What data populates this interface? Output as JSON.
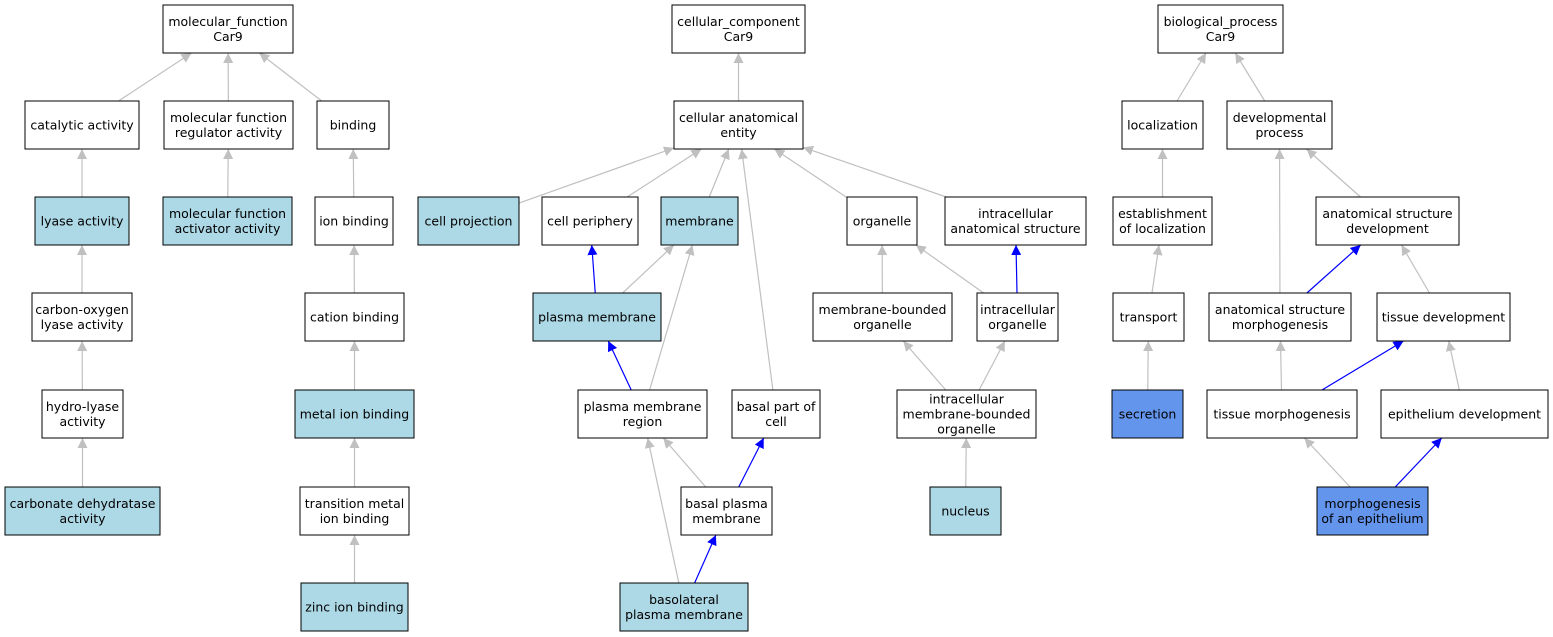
{
  "colors": {
    "default_fill": "#ffffff",
    "annotated_fill": "#add8e6",
    "direct_fill": "#6495ed",
    "edge_gray": "#c0c0c0",
    "edge_blue": "#0000ff"
  },
  "nodes": [
    {
      "id": "mf",
      "lines": [
        "molecular_function",
        "Car9"
      ],
      "fill": "default"
    },
    {
      "id": "catalytic",
      "lines": [
        "catalytic activity"
      ],
      "fill": "default"
    },
    {
      "id": "mfreg",
      "lines": [
        "molecular function",
        "regulator activity"
      ],
      "fill": "default"
    },
    {
      "id": "binding",
      "lines": [
        "binding"
      ],
      "fill": "default"
    },
    {
      "id": "lyase",
      "lines": [
        "lyase activity"
      ],
      "fill": "annotated"
    },
    {
      "id": "mfact",
      "lines": [
        "molecular function",
        "activator activity"
      ],
      "fill": "annotated"
    },
    {
      "id": "ionbind",
      "lines": [
        "ion binding"
      ],
      "fill": "default"
    },
    {
      "id": "colyase",
      "lines": [
        "carbon-oxygen",
        "lyase activity"
      ],
      "fill": "default"
    },
    {
      "id": "cationbind",
      "lines": [
        "cation binding"
      ],
      "fill": "default"
    },
    {
      "id": "hydrolyase",
      "lines": [
        "hydro-lyase",
        "activity"
      ],
      "fill": "default"
    },
    {
      "id": "metalion",
      "lines": [
        "metal ion binding"
      ],
      "fill": "annotated"
    },
    {
      "id": "carbdehyd",
      "lines": [
        "carbonate dehydratase",
        "activity"
      ],
      "fill": "annotated"
    },
    {
      "id": "transmetal",
      "lines": [
        "transition metal",
        "ion binding"
      ],
      "fill": "default"
    },
    {
      "id": "zinc",
      "lines": [
        "zinc ion binding"
      ],
      "fill": "annotated"
    },
    {
      "id": "cc",
      "lines": [
        "cellular_component",
        "Car9"
      ],
      "fill": "default"
    },
    {
      "id": "cae",
      "lines": [
        "cellular anatomical",
        "entity"
      ],
      "fill": "default"
    },
    {
      "id": "cellproj",
      "lines": [
        "cell projection"
      ],
      "fill": "annotated"
    },
    {
      "id": "cellperiph",
      "lines": [
        "cell periphery"
      ],
      "fill": "default"
    },
    {
      "id": "membrane",
      "lines": [
        "membrane"
      ],
      "fill": "annotated"
    },
    {
      "id": "organelle",
      "lines": [
        "organelle"
      ],
      "fill": "default"
    },
    {
      "id": "ias",
      "lines": [
        "intracellular",
        "anatomical structure"
      ],
      "fill": "default"
    },
    {
      "id": "plasmamem",
      "lines": [
        "plasma membrane"
      ],
      "fill": "annotated"
    },
    {
      "id": "mbo",
      "lines": [
        "membrane-bounded",
        "organelle"
      ],
      "fill": "default"
    },
    {
      "id": "io",
      "lines": [
        "intracellular",
        "organelle"
      ],
      "fill": "default"
    },
    {
      "id": "pmr",
      "lines": [
        "plasma membrane",
        "region"
      ],
      "fill": "default"
    },
    {
      "id": "basalpart",
      "lines": [
        "basal part of",
        "cell"
      ],
      "fill": "default"
    },
    {
      "id": "imbo",
      "lines": [
        "intracellular",
        "membrane-bounded",
        "organelle"
      ],
      "fill": "default"
    },
    {
      "id": "bpm",
      "lines": [
        "basal plasma",
        "membrane"
      ],
      "fill": "default"
    },
    {
      "id": "nucleus",
      "lines": [
        "nucleus"
      ],
      "fill": "annotated"
    },
    {
      "id": "blpm",
      "lines": [
        "basolateral",
        "plasma membrane"
      ],
      "fill": "annotated"
    },
    {
      "id": "bp",
      "lines": [
        "biological_process",
        "Car9"
      ],
      "fill": "default"
    },
    {
      "id": "localization",
      "lines": [
        "localization"
      ],
      "fill": "default"
    },
    {
      "id": "devproc",
      "lines": [
        "developmental",
        "process"
      ],
      "fill": "default"
    },
    {
      "id": "estloc",
      "lines": [
        "establishment",
        "of localization"
      ],
      "fill": "default"
    },
    {
      "id": "asdev",
      "lines": [
        "anatomical structure",
        "development"
      ],
      "fill": "default"
    },
    {
      "id": "transport",
      "lines": [
        "transport"
      ],
      "fill": "default"
    },
    {
      "id": "asmorph",
      "lines": [
        "anatomical structure",
        "morphogenesis"
      ],
      "fill": "default"
    },
    {
      "id": "tissuedev",
      "lines": [
        "tissue development"
      ],
      "fill": "default"
    },
    {
      "id": "secretion",
      "lines": [
        "secretion"
      ],
      "fill": "direct"
    },
    {
      "id": "tissuemorph",
      "lines": [
        "tissue morphogenesis"
      ],
      "fill": "default"
    },
    {
      "id": "epidev",
      "lines": [
        "epithelium development"
      ],
      "fill": "default"
    },
    {
      "id": "morphepi",
      "lines": [
        "morphogenesis",
        "of an epithelium"
      ],
      "fill": "direct"
    }
  ],
  "edges": [
    {
      "from": "catalytic",
      "to": "mf",
      "type": "is_a"
    },
    {
      "from": "mfreg",
      "to": "mf",
      "type": "is_a"
    },
    {
      "from": "binding",
      "to": "mf",
      "type": "is_a"
    },
    {
      "from": "lyase",
      "to": "catalytic",
      "type": "is_a"
    },
    {
      "from": "mfact",
      "to": "mfreg",
      "type": "is_a"
    },
    {
      "from": "ionbind",
      "to": "binding",
      "type": "is_a"
    },
    {
      "from": "colyase",
      "to": "lyase",
      "type": "is_a"
    },
    {
      "from": "cationbind",
      "to": "ionbind",
      "type": "is_a"
    },
    {
      "from": "hydrolyase",
      "to": "colyase",
      "type": "is_a"
    },
    {
      "from": "metalion",
      "to": "cationbind",
      "type": "is_a"
    },
    {
      "from": "carbdehyd",
      "to": "hydrolyase",
      "type": "is_a"
    },
    {
      "from": "transmetal",
      "to": "metalion",
      "type": "is_a"
    },
    {
      "from": "zinc",
      "to": "transmetal",
      "type": "is_a"
    },
    {
      "from": "cae",
      "to": "cc",
      "type": "is_a"
    },
    {
      "from": "cellproj",
      "to": "cae",
      "type": "is_a"
    },
    {
      "from": "cellperiph",
      "to": "cae",
      "type": "is_a"
    },
    {
      "from": "membrane",
      "to": "cae",
      "type": "is_a"
    },
    {
      "from": "organelle",
      "to": "cae",
      "type": "is_a"
    },
    {
      "from": "ias",
      "to": "cae",
      "type": "is_a"
    },
    {
      "from": "basalpart",
      "to": "cae",
      "type": "is_a"
    },
    {
      "from": "plasmamem",
      "to": "cellperiph",
      "type": "part_of"
    },
    {
      "from": "plasmamem",
      "to": "membrane",
      "type": "is_a"
    },
    {
      "from": "pmr",
      "to": "plasmamem",
      "type": "part_of"
    },
    {
      "from": "pmr",
      "to": "membrane",
      "type": "is_a"
    },
    {
      "from": "bpm",
      "to": "pmr",
      "type": "is_a"
    },
    {
      "from": "bpm",
      "to": "basalpart",
      "type": "part_of"
    },
    {
      "from": "blpm",
      "to": "bpm",
      "type": "part_of"
    },
    {
      "from": "blpm",
      "to": "pmr",
      "type": "is_a"
    },
    {
      "from": "mbo",
      "to": "organelle",
      "type": "is_a"
    },
    {
      "from": "io",
      "to": "organelle",
      "type": "is_a"
    },
    {
      "from": "io",
      "to": "ias",
      "type": "part_of"
    },
    {
      "from": "imbo",
      "to": "mbo",
      "type": "is_a"
    },
    {
      "from": "imbo",
      "to": "io",
      "type": "is_a"
    },
    {
      "from": "nucleus",
      "to": "imbo",
      "type": "is_a"
    },
    {
      "from": "localization",
      "to": "bp",
      "type": "is_a"
    },
    {
      "from": "devproc",
      "to": "bp",
      "type": "is_a"
    },
    {
      "from": "estloc",
      "to": "localization",
      "type": "is_a"
    },
    {
      "from": "transport",
      "to": "estloc",
      "type": "is_a"
    },
    {
      "from": "secretion",
      "to": "transport",
      "type": "is_a"
    },
    {
      "from": "asdev",
      "to": "devproc",
      "type": "is_a"
    },
    {
      "from": "asmorph",
      "to": "devproc",
      "type": "is_a"
    },
    {
      "from": "asmorph",
      "to": "asdev",
      "type": "part_of"
    },
    {
      "from": "tissuedev",
      "to": "asdev",
      "type": "is_a"
    },
    {
      "from": "tissuemorph",
      "to": "asmorph",
      "type": "is_a"
    },
    {
      "from": "tissuemorph",
      "to": "tissuedev",
      "type": "part_of"
    },
    {
      "from": "epidev",
      "to": "tissuedev",
      "type": "is_a"
    },
    {
      "from": "morphepi",
      "to": "tissuemorph",
      "type": "is_a"
    },
    {
      "from": "morphepi",
      "to": "epidev",
      "type": "part_of"
    }
  ]
}
